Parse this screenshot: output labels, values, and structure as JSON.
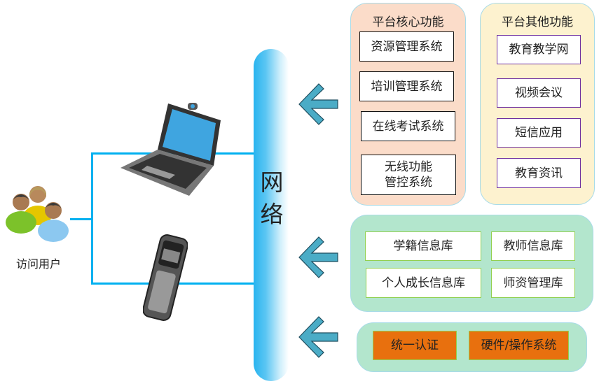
{
  "users": {
    "label": "访问用户"
  },
  "network": {
    "label": "网络"
  },
  "core": {
    "title": "平台核心功能",
    "items": [
      "资源管理系统",
      "培训管理系统",
      "在线考试系统",
      "无线功能\n管控系统"
    ],
    "item4_line1": "无线功能",
    "item4_line2": "管控系统"
  },
  "other": {
    "title": "平台其他功能",
    "items": [
      "教育教学网",
      "视频会议",
      "短信应用",
      "教育资讯"
    ]
  },
  "databases": {
    "items": [
      "学籍信息库",
      "教师信息库",
      "个人成长信息库",
      "师资管理库"
    ]
  },
  "infrastructure": {
    "items": [
      "统一认证",
      "硬件/操作系统"
    ]
  },
  "colors": {
    "line": "#00b0f0",
    "arrow": "#4bacc6",
    "core_bg": "#fbdcc9",
    "other_bg": "#fdf2cf",
    "db_bg": "#b3e6cd",
    "orange": "#e8700e",
    "purple": "#7030a0"
  }
}
